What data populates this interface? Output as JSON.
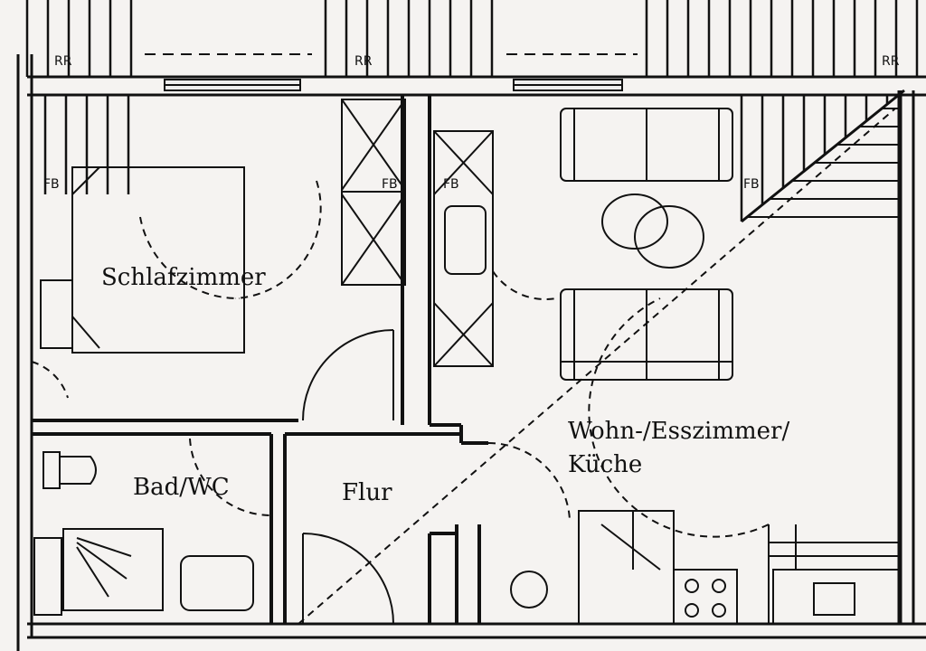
{
  "rooms": {
    "bedroom": "Schlafzimmer",
    "bathroom": "Bad/WC",
    "hallway": "Flur",
    "living_line1": "Wohn-/Esszimmer/",
    "living_line2": "Küche"
  },
  "markers": {
    "rr1": "RR",
    "rr2": "RR",
    "rr3": "RR",
    "fb1": "FB",
    "fb2": "FB",
    "fb3": "FB",
    "fb4": "FB"
  },
  "colors": {
    "ink": "#111111",
    "paper": "#f5f3f1"
  }
}
